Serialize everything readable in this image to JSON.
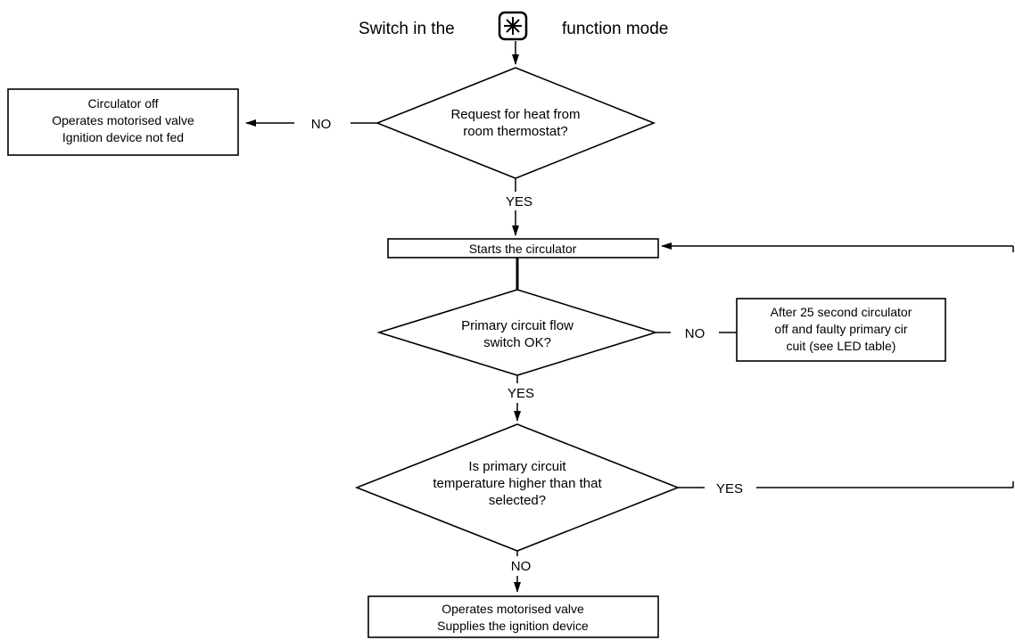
{
  "header": {
    "prefix": "Switch in the",
    "icon": "snowflake-icon",
    "suffix": "function mode"
  },
  "decision_heat_request": {
    "lines": [
      "Request for heat from",
      "room thermostat?"
    ],
    "no_label": "NO",
    "yes_label": "YES"
  },
  "box_circulator_off": {
    "lines": [
      "Circulator off",
      "Operates motorised valve",
      "Ignition device not fed"
    ]
  },
  "box_starts_circulator": {
    "label": "Starts the  circulator"
  },
  "decision_flow_switch": {
    "lines": [
      "Primary circuit flow",
      "switch OK?"
    ],
    "no_label": "NO",
    "yes_label": "YES"
  },
  "box_faulty_circuit": {
    "lines": [
      "After 25 second circulator",
      "off and faulty primary cir",
      "cuit (see LED table)"
    ]
  },
  "decision_temperature": {
    "lines": [
      "Is primary circuit",
      "temperature higher than that",
      "selected?"
    ],
    "yes_label": "YES",
    "no_label": "NO"
  },
  "box_final": {
    "lines": [
      "Operates motorised valve",
      "Supplies the ignition device"
    ]
  }
}
